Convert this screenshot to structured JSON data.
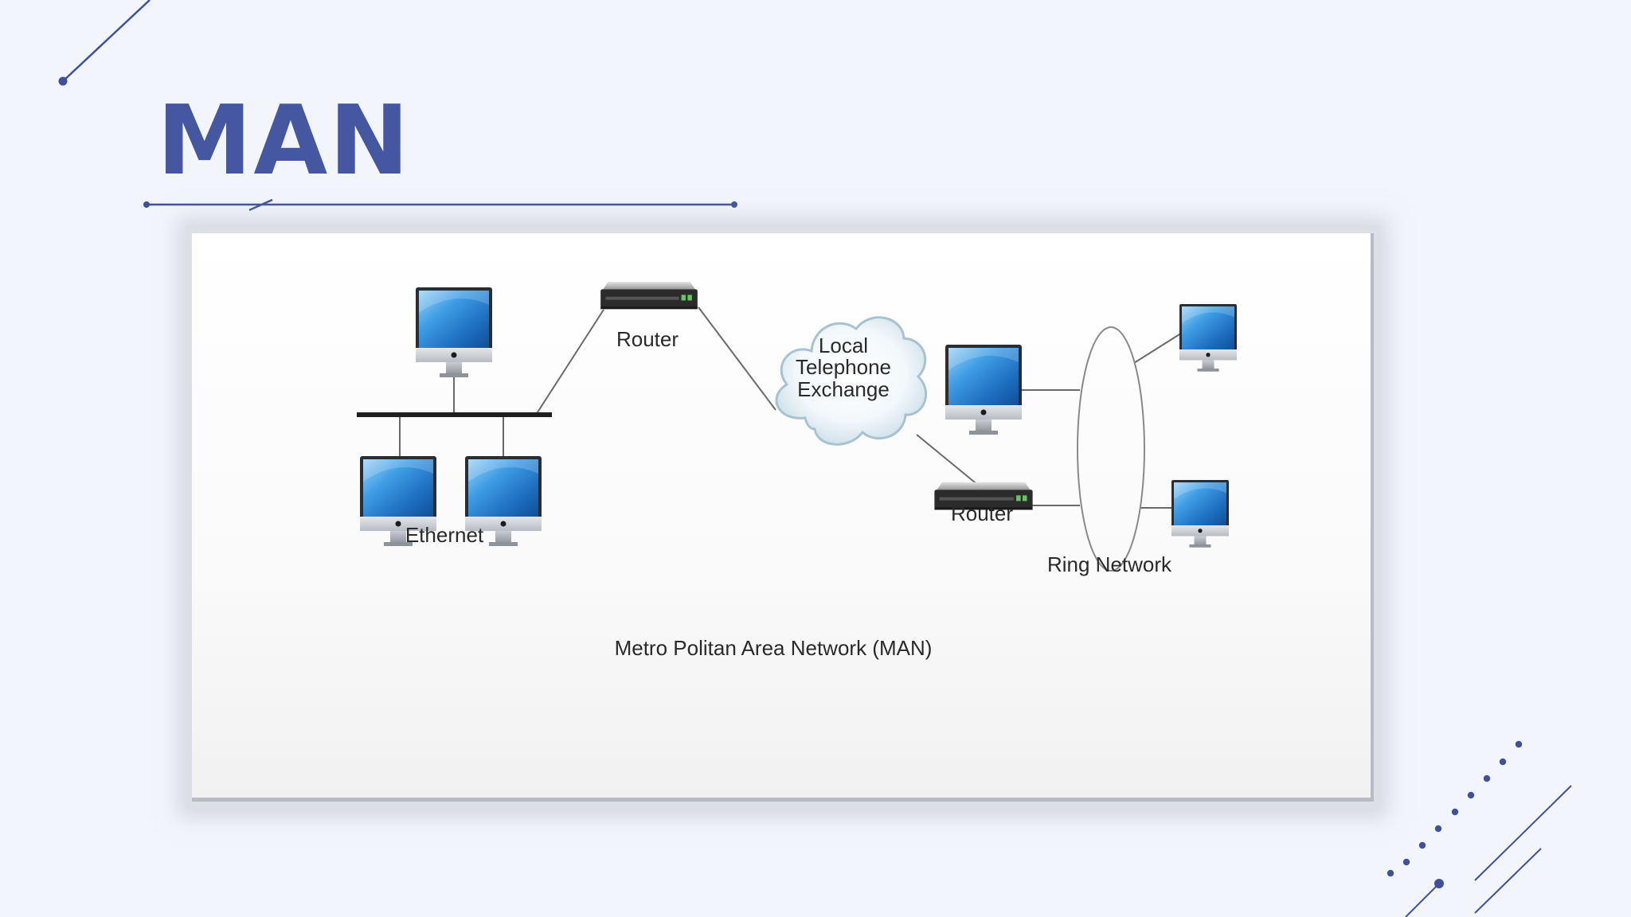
{
  "slide": {
    "title": "MAN"
  },
  "diagram": {
    "labels": {
      "router_left": "Router",
      "router_right": "Router",
      "ethernet": "Ethernet",
      "ring_network": "Ring Network",
      "cloud_line1": "Local",
      "cloud_line2": "Telephone",
      "cloud_line3": "Exchange",
      "caption": "Metro Politan Area Network (MAN)"
    }
  },
  "colors": {
    "title": "#4557a0",
    "accent_lines": "#3f519a",
    "background": "#f3f5fd"
  }
}
